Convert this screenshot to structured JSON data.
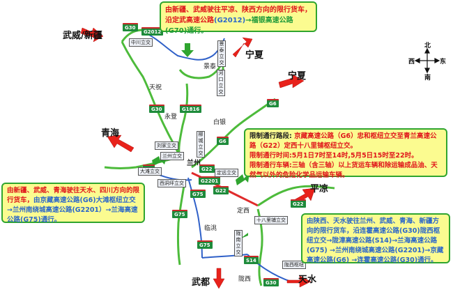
{
  "cities": {
    "wuwei": "武威/新疆",
    "ningxia_north": "宁夏",
    "ningxia_east": "宁夏",
    "qinghai": "青海",
    "pingliang": "平凉",
    "wudu": "武都",
    "tianshui": "天水"
  },
  "towns": {
    "tianzhu": "天祝",
    "yongdeng": "永登",
    "baiyin": "白银",
    "jingtai": "景泰",
    "lanzhou": "兰州",
    "dingxi": "定西",
    "lintao": "临洮",
    "longxi": "陇西"
  },
  "highways": {
    "g30_top": "G30",
    "g2012_top": "G2012",
    "g30_mid": "G30",
    "g1816": "G1816",
    "g6": "G6",
    "g6_b": "G6",
    "g6_c": "G6",
    "g22_a": "G22",
    "g22_b": "G22",
    "g22_c": "G22",
    "g75_a": "G75",
    "g75_b": "G75",
    "g75_c": "G75",
    "s14": "S14",
    "g30_bottom": "G30",
    "g2201": "G2201"
  },
  "stations": {
    "zhongchuan": "中川立交",
    "xinjiao": "刘家立交",
    "dashan": "大滩立交",
    "yuanxin": "西洞坪立交",
    "shouyang": "兰州立交",
    "xiguoyuan": "十八里铺立交",
    "longxi": "陇西枢纽",
    "bajiu": "定远立交",
    "baiqing": "柳城立交",
    "jingzhe": "景泰立交",
    "huining": "陇南立交",
    "hekou": "河口立交"
  },
  "compass": {
    "north": "北",
    "south": "南",
    "east": "东",
    "west": "西"
  },
  "notices": {
    "top": [
      {
        "text": "由新疆、武威驶往平凉、陕西方向的限行货车，沿定武高速公路",
        "color": "red"
      },
      {
        "text": "(G2012)",
        "color": "blue"
      },
      {
        "text": "→福银高速公路(G70)通行。",
        "color": "green"
      }
    ],
    "center": [
      {
        "text": "限制通行路段: ",
        "color": "red"
      },
      {
        "text": "京藏高速公路（G6）忠和枢纽立交至青兰高速公路（G22）定西十八里铺枢纽立交。",
        "color": "red"
      },
      {
        "text": "限制通行时间:5月1日7时至14时,5月5日15时至22时。",
        "color": "red"
      },
      {
        "text": "限制通行车辆:三轴（含三轴）以上货运车辆和除运输成品油、天然气以外的危险化学品运输车辆。",
        "color": "red"
      }
    ],
    "left": [
      {
        "text": "由新疆、武威、青海驶往天水、四川方向的限行货车，",
        "color": "red"
      },
      {
        "text": "由京藏高速公路(G6)大滩枢纽立交→兰州南绕城高速公路(G2201）→兰海高速公路(G75)通行。",
        "color": "blue"
      }
    ],
    "right": [
      {
        "text": "由陕西、天水驶往兰州、武威、青海、新疆方向的限行货车，沿连霍高速公路(G30)陇西枢纽立交→陇漳高速公路(S14)→兰海高速公路(G75) →兰州南绕城高速公路(G2201)→京藏高速公路(G6) →连霍高速公路(G30)通行。",
        "color": "red"
      }
    ]
  },
  "colors": {
    "route_green": "#4dbb3b",
    "route_blue": "#2f60c8",
    "restricted_red": "#e02b2b",
    "arrow_red": "#e8221b",
    "notice_bg": "#fbfb90",
    "notice_border": "#2fa52f"
  }
}
